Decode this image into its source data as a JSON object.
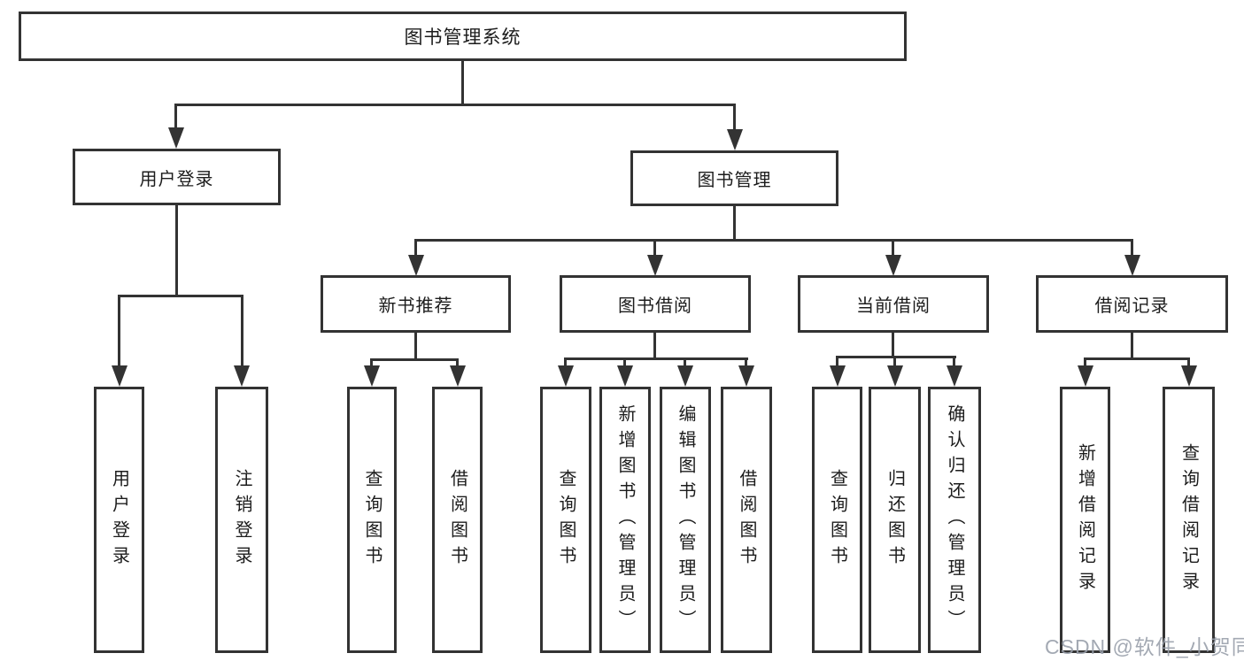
{
  "tree": {
    "root": {
      "label": "图书管理系统",
      "children": [
        {
          "label": "用户登录",
          "children": [
            {
              "label": "用户登录"
            },
            {
              "label": "注销登录"
            }
          ]
        },
        {
          "label": "图书管理",
          "children": [
            {
              "label": "新书推荐",
              "children": [
                {
                  "label": "查询图书"
                },
                {
                  "label": "借阅图书"
                }
              ]
            },
            {
              "label": "图书借阅",
              "children": [
                {
                  "label": "查询图书"
                },
                {
                  "label": "新增图书（管理员）"
                },
                {
                  "label": "编辑图书（管理员）"
                },
                {
                  "label": "借阅图书"
                }
              ]
            },
            {
              "label": "当前借阅",
              "children": [
                {
                  "label": "查询图书"
                },
                {
                  "label": "归还图书"
                },
                {
                  "label": "确认归还（管理员）"
                }
              ]
            },
            {
              "label": "借阅记录",
              "children": [
                {
                  "label": "新增借阅记录"
                },
                {
                  "label": "查询借阅记录"
                }
              ]
            }
          ]
        }
      ]
    }
  },
  "watermark": {
    "text": "CSDN @软件_小贺同学"
  },
  "colors": {
    "line": "#333333",
    "text": "#1c1c1c",
    "watermark": "#9aa0ab",
    "bg": "#ffffff"
  }
}
